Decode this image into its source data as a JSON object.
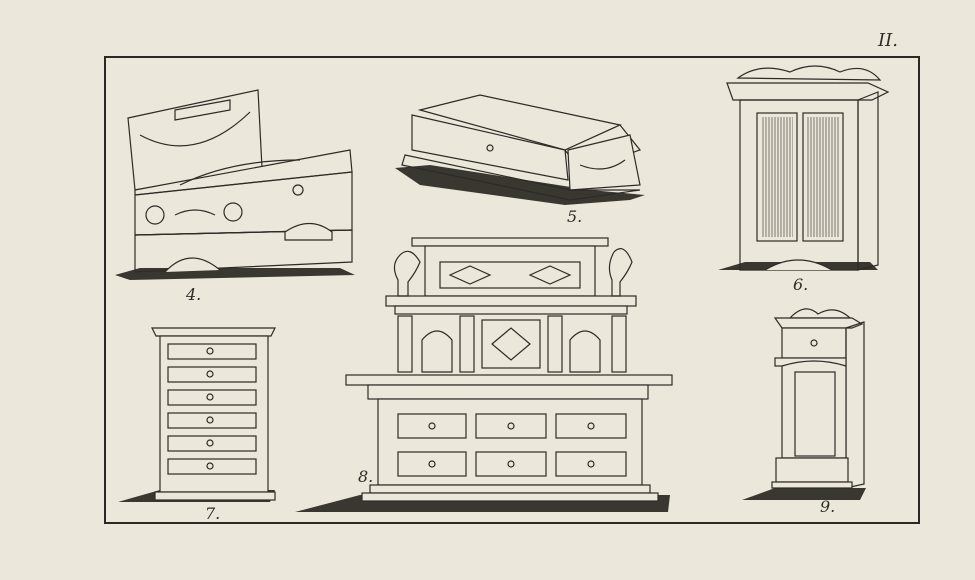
{
  "plate_number": "II.",
  "figures": [
    {
      "id": "fig-4",
      "label": "4.",
      "subject": "open-chest"
    },
    {
      "id": "fig-5",
      "label": "5.",
      "subject": "closed-chest"
    },
    {
      "id": "fig-6",
      "label": "6.",
      "subject": "wardrobe"
    },
    {
      "id": "fig-7",
      "label": "7.",
      "subject": "chest-of-drawers"
    },
    {
      "id": "fig-8",
      "label": "8.",
      "subject": "sideboard"
    },
    {
      "id": "fig-9",
      "label": "9.",
      "subject": "nightstand"
    }
  ],
  "colors": {
    "paper": "#ebe7da",
    "ink": "#2e2b27"
  }
}
